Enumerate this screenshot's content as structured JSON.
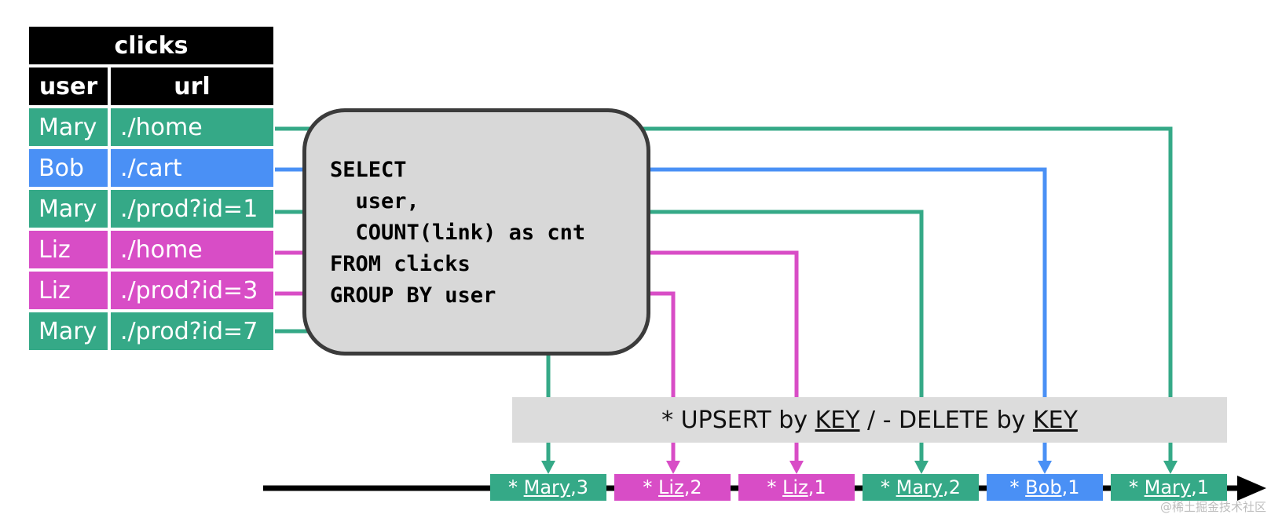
{
  "table": {
    "title": "clicks",
    "headers": [
      "user",
      "url"
    ],
    "rows": [
      {
        "user": "Mary",
        "url": "./home"
      },
      {
        "user": "Bob",
        "url": "./cart"
      },
      {
        "user": "Mary",
        "url": "./prod?id=1"
      },
      {
        "user": "Liz",
        "url": "./home"
      },
      {
        "user": "Liz",
        "url": "./prod?id=3"
      },
      {
        "user": "Mary",
        "url": "./prod?id=7"
      }
    ]
  },
  "query": {
    "text": "SELECT\n  user,\n  COUNT(link) as cnt\nFROM clicks\nGROUP BY user"
  },
  "banner": {
    "part1": "* UPSERT by ",
    "key1": "KEY",
    "part2": " / - DELETE by ",
    "key2": "KEY"
  },
  "results": [
    {
      "prefix": "* ",
      "user": "Mary",
      "value": ",3"
    },
    {
      "prefix": "* ",
      "user": "Liz",
      "value": ",2"
    },
    {
      "prefix": "* ",
      "user": "Liz",
      "value": ",1"
    },
    {
      "prefix": "* ",
      "user": "Mary",
      "value": ",2"
    },
    {
      "prefix": "* ",
      "user": "Bob",
      "value": ",1"
    },
    {
      "prefix": "* ",
      "user": "Mary",
      "value": ",1"
    }
  ],
  "watermark": "@稀土掘金技术社区",
  "colors": {
    "mary": "#35A987",
    "bob": "#4A90F5",
    "liz": "#D84DC6",
    "timeline": "#000000"
  }
}
